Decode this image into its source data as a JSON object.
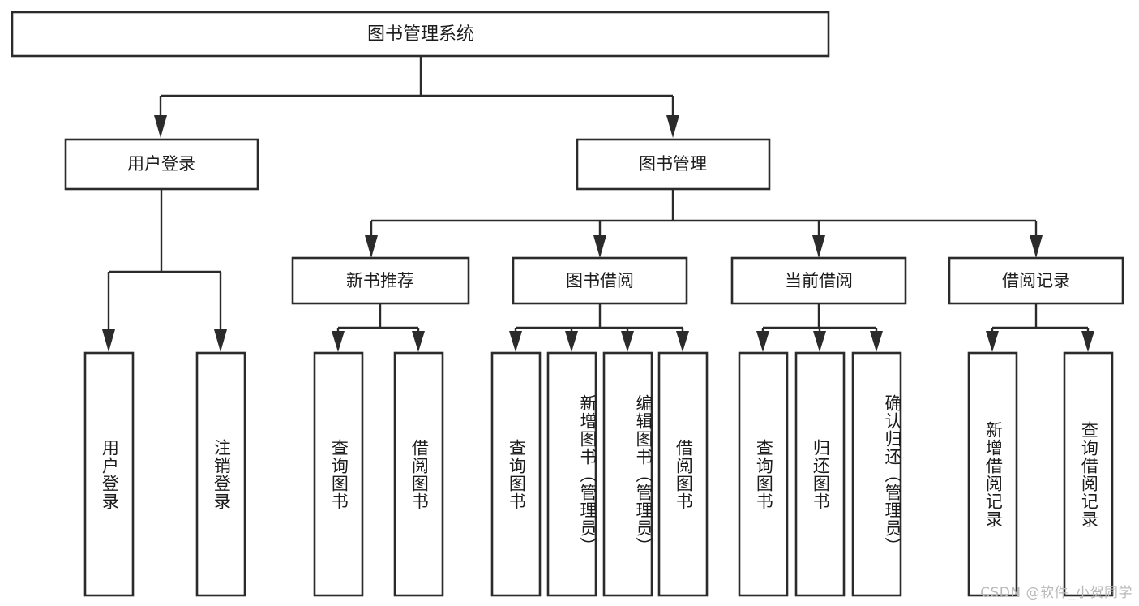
{
  "diagram": {
    "type": "tree-hierarchy-diagram",
    "title": "图书管理系统",
    "colors": {
      "box_fill": "#ffffff",
      "box_stroke": "#2b2b2b",
      "connector": "#2b2b2b",
      "text": "#1c1c1c",
      "watermark": "#b9b9b9",
      "background": "#ffffff"
    },
    "levels": {
      "root": {
        "label": "图书管理系统"
      },
      "level2": [
        {
          "label": "用户登录"
        },
        {
          "label": "图书管理"
        }
      ],
      "level3": [
        {
          "label": "新书推荐"
        },
        {
          "label": "图书借阅"
        },
        {
          "label": "当前借阅"
        },
        {
          "label": "借阅记录"
        }
      ]
    },
    "groups": [
      {
        "parent": "用户登录",
        "leaves": [
          "用户登录",
          "注销登录"
        ]
      },
      {
        "parent": "新书推荐",
        "leaves": [
          "查询图书",
          "借阅图书"
        ]
      },
      {
        "parent": "图书借阅",
        "leaves": [
          "查询图书",
          "新增图书（管理员）",
          "编辑图书（管理员）",
          "借阅图书"
        ]
      },
      {
        "parent": "当前借阅",
        "leaves": [
          "查询图书",
          "归还图书",
          "确认归还（管理员）"
        ]
      },
      {
        "parent": "借阅记录",
        "leaves": [
          "新增借阅记录",
          "查询借阅记录"
        ]
      }
    ],
    "leaf_nodes": [
      {
        "id": "leaf-user-login",
        "label": "用户登录"
      },
      {
        "id": "leaf-user-logout",
        "label": "注销登录"
      },
      {
        "id": "leaf-rec-query",
        "label": "查询图书"
      },
      {
        "id": "leaf-rec-borrow",
        "label": "借阅图书"
      },
      {
        "id": "leaf-lend-query",
        "label": "查询图书"
      },
      {
        "id": "leaf-lend-add",
        "label": "新增图书（管理员）"
      },
      {
        "id": "leaf-lend-edit",
        "label": "编辑图书（管理员）"
      },
      {
        "id": "leaf-lend-borrow",
        "label": "借阅图书"
      },
      {
        "id": "leaf-cur-query",
        "label": "查询图书"
      },
      {
        "id": "leaf-cur-return",
        "label": "归还图书"
      },
      {
        "id": "leaf-cur-confirm",
        "label": "确认归还（管理员）"
      },
      {
        "id": "leaf-log-add",
        "label": "新增借阅记录"
      },
      {
        "id": "leaf-log-query",
        "label": "查询借阅记录"
      }
    ],
    "watermark": "CSDN @软件_小贺同学"
  }
}
